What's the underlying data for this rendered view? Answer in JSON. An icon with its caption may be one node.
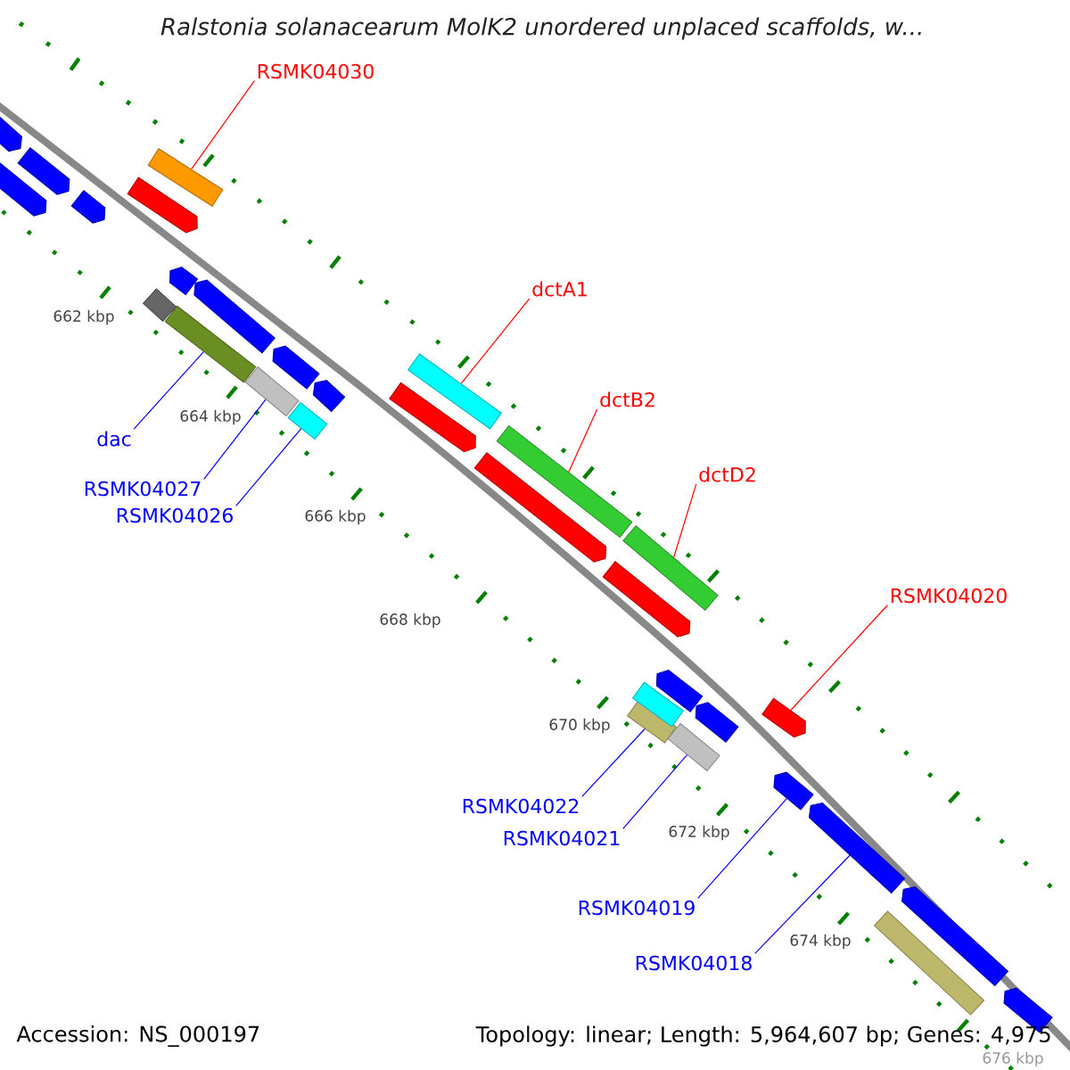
{
  "diagram": {
    "title": "*Ralstonia solanacearum MolK2 unordered unplaced scaffolds, w...*",
    "nodes": [
      {
        "text": [
          "RSMK04030"
        ]
      },
      {
        "text": [
          "dctA1"
        ]
      },
      {
        "text": [
          "dctB2"
        ]
      },
      {
        "text": [
          "dctD2"
        ]
      },
      {
        "text": [
          "RSMK04020"
        ]
      },
      {
        "text": [
          "dac"
        ]
      },
      {
        "text": [
          "RSMK04027"
        ]
      },
      {
        "text": [
          "RSMK04026"
        ]
      },
      {
        "text": [
          "RSMK04022"
        ]
      },
      {
        "text": [
          "RSMK04021"
        ]
      },
      {
        "text": [
          "RSMK04019"
        ]
      },
      {
        "text": [
          "RSMK04018"
        ]
      },
      {
        "text": [],
        "shape": "bar"
      },
      {
        "text": [],
        "shape": "bar"
      },
      {
        "text": [],
        "shape": "bar"
      },
      {
        "text": [],
        "shape": "bar"
      },
      {
        "text": [],
        "shape": "pentagon"
      },
      {
        "text": [],
        "shape": "bar"
      },
      {
        "text": [],
        "shape": "bar"
      },
      {
        "text": [],
        "shape": "bar"
      },
      {
        "text": [],
        "shape": "bar"
      },
      {
        "text": [],
        "shape": "bar"
      },
      {
        "text": [],
        "shape": "pentagon"
      },
      {
        "text": [],
        "shape": "pentagon"
      },
      {
        "text": [],
        "shape": "pentagon"
      },
      {
        "text": [],
        "shape": "pentagon"
      },
      {
        "text": [],
        "shape": "pentagon"
      },
      {
        "text": [],
        "shape": "pentagon"
      },
      {
        "text": [],
        "shape": "pentagon"
      },
      {
        "text": [],
        "shape": "bar"
      },
      {
        "text": [],
        "shape": "pentagon"
      },
      {
        "text": [],
        "shape": "pentagon"
      },
      {
        "text": [],
        "shape": "pentagon"
      },
      {
        "text": [],
        "shape": "pentagon"
      },
      {
        "text": [],
        "shape": "pentagon"
      },
      {
        "text": [],
        "shape": "pentagon"
      },
      {
        "text": [],
        "shape": "pentagon"
      },
      {
        "text": [],
        "shape": "bar"
      },
      {
        "text": [],
        "shape": "pentagon"
      },
      {
        "text": [],
        "shape": "pentagon"
      },
      {
        "text": [],
        "shape": "bar"
      },
      {
        "text": [],
        "shape": "pentagon"
      },
      {
        "text": [],
        "shape": "pentagon"
      }
    ],
    "edges": [
      {
        "from": 0,
        "to": 12,
        "arrow": "none",
        "color": "#ff0000"
      },
      {
        "from": 1,
        "to": 13,
        "arrow": "none",
        "color": "#ff0000"
      },
      {
        "from": 2,
        "to": 14,
        "arrow": "none",
        "color": "#ff0000"
      },
      {
        "from": 3,
        "to": 15,
        "arrow": "none",
        "color": "#ff0000"
      },
      {
        "from": 4,
        "to": 16,
        "arrow": "none",
        "color": "#ff0000"
      },
      {
        "from": 5,
        "to": 17,
        "arrow": "none"
      },
      {
        "from": 6,
        "to": 18,
        "arrow": "none"
      },
      {
        "from": 7,
        "to": 19,
        "arrow": "none"
      },
      {
        "from": 8,
        "to": 20,
        "arrow": "none"
      },
      {
        "from": 9,
        "to": 21,
        "arrow": "none"
      },
      {
        "from": 10,
        "to": 22,
        "arrow": "none"
      },
      {
        "from": 11,
        "to": 23,
        "arrow": "none"
      }
    ],
    "labels": [
      "662 kbp",
      "664 kbp",
      "666 kbp",
      "668 kbp",
      "670 kbp",
      "672 kbp",
      "674 kbp",
      "676 kbp",
      "Accession: NS_000197",
      "Topology: linear; Length: 5,964,607 bp; Genes: 4,975"
    ]
  }
}
